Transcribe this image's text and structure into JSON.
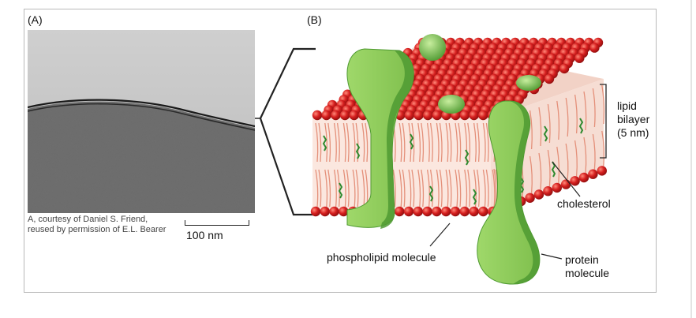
{
  "panel_a": {
    "label": "(A)",
    "credit_line1": "A, courtesy of Daniel S. Friend,",
    "credit_line2": "reused by permission of E.L. Bearer",
    "scale_bar_label": "100 nm"
  },
  "panel_b": {
    "label": "(B)",
    "labels": {
      "lipid_line1": "lipid",
      "lipid_line2": "bilayer",
      "lipid_line3": "(5 nm)",
      "cholesterol": "cholesterol",
      "phospholipid": "phospholipid molecule",
      "protein_line1": "protein",
      "protein_line2": "molecule"
    }
  },
  "colors": {
    "headgroup": "#d61f1f",
    "tail": "#e79a80",
    "cholesterol": "#2f8a2f",
    "protein": "#8ccc5a",
    "protein_dark": "#4f9a32",
    "leader_line": "#222222"
  }
}
